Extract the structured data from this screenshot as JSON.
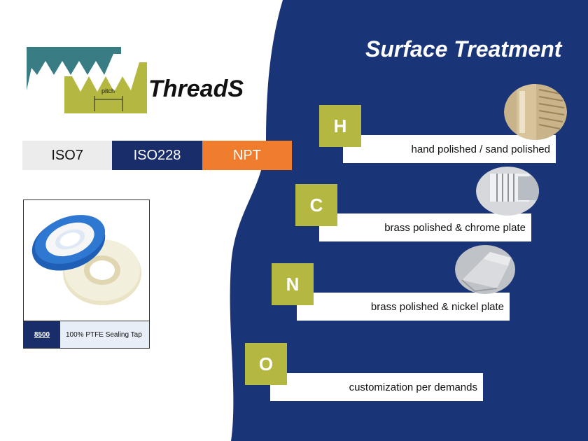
{
  "logo": {
    "title": "ThreadS",
    "pitch_label": "pitch"
  },
  "standards": [
    {
      "label": "ISO7",
      "bg": "#ececec",
      "fg": "#111111"
    },
    {
      "label": "ISO228",
      "bg": "#1a2d6b",
      "fg": "#ffffff"
    },
    {
      "label": "NPT",
      "bg": "#ef7d2d",
      "fg": "#ffffff"
    }
  ],
  "product": {
    "code": "8500",
    "description": "100% PTFE Sealing Tap"
  },
  "surface": {
    "title": "Surface Treatment",
    "items": [
      {
        "letter": "H",
        "text": "hand polished / sand polished",
        "image": "brass-thread"
      },
      {
        "letter": "C",
        "text": "brass polished & chrome plate",
        "image": "chrome-fitting"
      },
      {
        "letter": "N",
        "text": "brass polished & nickel plate",
        "image": "nickel-fitting"
      },
      {
        "letter": "O",
        "text": "customization per demands",
        "image": ""
      }
    ]
  },
  "colors": {
    "navy": "#1a3478",
    "olive": "#b5b840",
    "orange": "#ef7d2d",
    "teal": "#3a7c84"
  }
}
